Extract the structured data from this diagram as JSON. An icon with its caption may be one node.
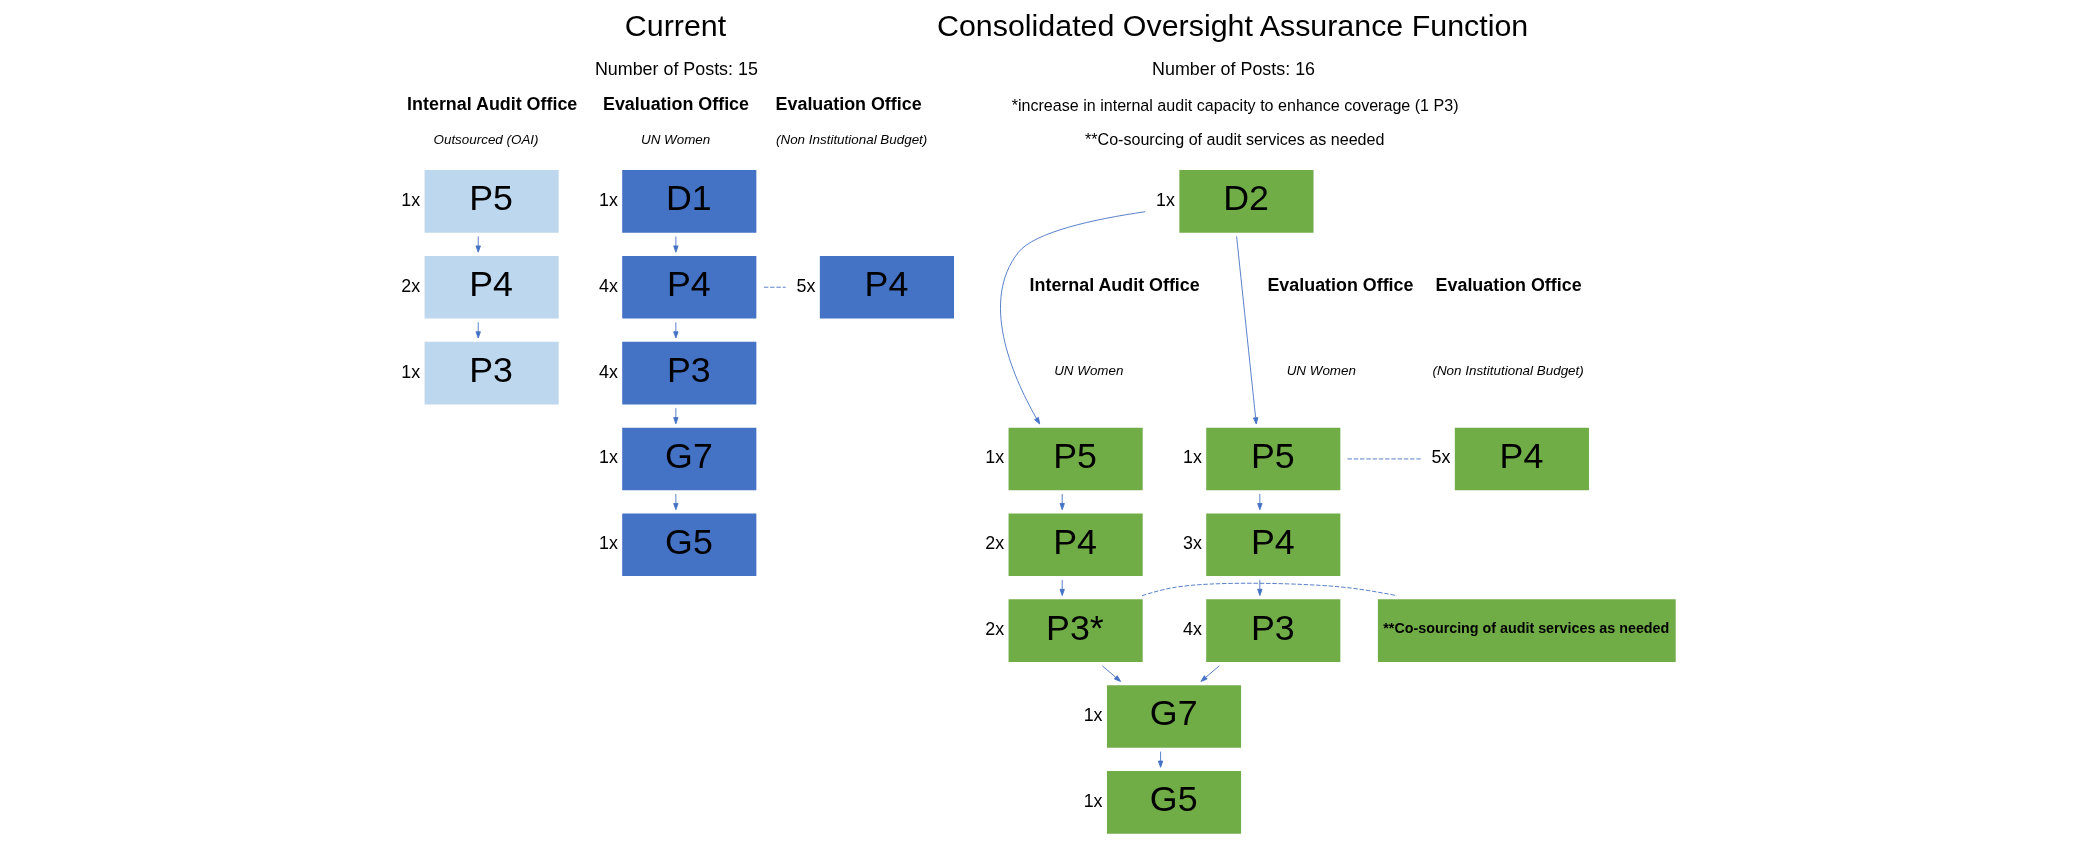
{
  "diagram": {
    "nodes": [
      {
        "text": [
          "P5"
        ],
        "beside": [
          "1x"
        ]
      },
      {
        "text": [
          "P4"
        ],
        "beside": [
          "2x"
        ]
      },
      {
        "text": [
          "P3"
        ],
        "beside": [
          "1x"
        ]
      },
      {
        "text": [
          "D1"
        ],
        "beside": [
          "1x"
        ]
      },
      {
        "text": [
          "P4"
        ],
        "beside": [
          "4x"
        ]
      },
      {
        "text": [
          "P3"
        ],
        "beside": [
          "4x"
        ]
      },
      {
        "text": [
          "G7"
        ],
        "beside": [
          "1x"
        ]
      },
      {
        "text": [
          "G5"
        ],
        "beside": [
          "1x"
        ]
      },
      {
        "text": [
          "P4"
        ],
        "beside": [
          "5x"
        ]
      },
      {
        "text": [
          "D2"
        ],
        "beside": [
          "1x"
        ]
      },
      {
        "text": [
          "P5"
        ],
        "beside": [
          "1x"
        ]
      },
      {
        "text": [
          "P4"
        ],
        "beside": [
          "2x"
        ]
      },
      {
        "text": [
          "P3*"
        ],
        "beside": [
          "2x"
        ]
      },
      {
        "text": [
          "P5"
        ],
        "beside": [
          "1x"
        ]
      },
      {
        "text": [
          "P4"
        ],
        "beside": [
          "3x"
        ]
      },
      {
        "text": [
          "P3"
        ],
        "beside": [
          "4x"
        ]
      },
      {
        "text": [
          "P4"
        ],
        "beside": [
          "5x"
        ]
      },
      {
        "text": [
          "**Co-sourcing of audit services as needed"
        ]
      },
      {
        "text": [
          "G7"
        ],
        "beside": [
          "1x"
        ]
      },
      {
        "text": [
          "G5"
        ],
        "beside": [
          "1x"
        ]
      }
    ],
    "edges": [
      {
        "from": 0,
        "to": 1,
        "arrow": "to"
      },
      {
        "from": 1,
        "to": 2,
        "arrow": "to"
      },
      {
        "from": 3,
        "to": 4,
        "arrow": "to"
      },
      {
        "from": 4,
        "to": 8,
        "arrow": "none",
        "style": "dashed"
      },
      {
        "from": 4,
        "to": 5,
        "arrow": "to"
      },
      {
        "from": 5,
        "to": 6,
        "arrow": "to"
      },
      {
        "from": 6,
        "to": 7,
        "arrow": "to"
      },
      {
        "from": 9,
        "to": 10,
        "arrow": "to"
      },
      {
        "from": 9,
        "to": 13,
        "arrow": "to"
      },
      {
        "from": 10,
        "to": 11,
        "arrow": "to"
      },
      {
        "from": 11,
        "to": 12,
        "arrow": "to"
      },
      {
        "from": 13,
        "to": 14,
        "arrow": "to"
      },
      {
        "from": 14,
        "to": 15,
        "arrow": "to"
      },
      {
        "from": 13,
        "to": 16,
        "arrow": "none",
        "style": "dashed"
      },
      {
        "from": 12,
        "to": 17,
        "arrow": "none",
        "style": "dashed"
      },
      {
        "from": 12,
        "to": 18,
        "arrow": "to"
      },
      {
        "from": 15,
        "to": 18,
        "arrow": "to"
      },
      {
        "from": 18,
        "to": 19,
        "arrow": "to"
      }
    ],
    "labels": [
      "Current",
      "Number of Posts: 15",
      "Internal Audit Office",
      "Outsourced (OAI)",
      "Evaluation Office",
      "UN Women",
      "Evaluation Office",
      "(Non Institutional Budget)",
      "Consolidated Oversight Assurance Function",
      "Number of Posts: 16",
      "*increase in internal audit capacity to enhance coverage (1 P3)",
      "**Co-sourcing of audit services as needed",
      "Internal Audit Office",
      "UN Women",
      "Evaluation Office",
      "UN Women",
      "Evaluation Office",
      "(Non Institutional Budget)"
    ]
  }
}
